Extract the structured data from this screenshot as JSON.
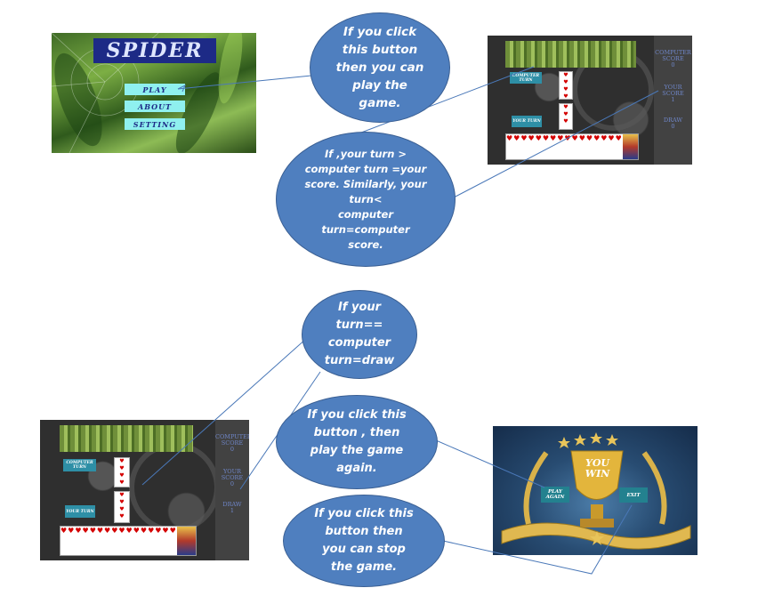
{
  "menu": {
    "title": "SPIDER",
    "play": "PLAY",
    "about": "ABOUT",
    "setting": "SETTING"
  },
  "game_top": {
    "computer_turn": "COMPUTER TURN",
    "your_turn": "YOUR TURN",
    "computer_score_label": "COMPUTER SCORE",
    "computer_score_value": "0",
    "your_score_label": "YOUR SCORE",
    "your_score_value": "1",
    "draw_label": "DRAW",
    "draw_value": "0"
  },
  "game_bottom": {
    "computer_turn": "COMPUTER TURN",
    "your_turn": "YOUR TURN",
    "computer_score_label": "COMPUTER SCORE",
    "computer_score_value": "0",
    "your_score_label": "YOUR SCORE",
    "your_score_value": "0",
    "draw_label": "DRAW",
    "draw_value": "1"
  },
  "win": {
    "title_line1": "YOU",
    "title_line2": "WIN",
    "play_again": "PLAY AGAIN",
    "exit": "EXIT"
  },
  "callouts": {
    "play": [
      "If you click",
      "this button",
      "then you can",
      "play the",
      "game."
    ],
    "score": [
      "If ,your turn >",
      "computer turn =your",
      "score. Similarly, your",
      "turn<",
      "computer",
      "turn=computer",
      "score."
    ],
    "draw": [
      "If your",
      "turn==",
      "computer",
      "turn=draw"
    ],
    "again": [
      "If you click this",
      "button , then",
      "play the game",
      "again."
    ],
    "stop": [
      "If you click this",
      "button then",
      "you can stop",
      "the game."
    ]
  },
  "colors": {
    "oval_fill": "#4f7fbf",
    "connector": "#4a78b8",
    "menu_title_bg": "#1d2a86",
    "menu_button_bg": "#8ff0ef",
    "turn_button_bg": "#2e8fa6"
  }
}
